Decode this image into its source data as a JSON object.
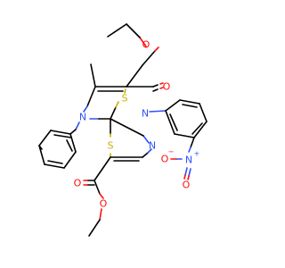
{
  "colors": {
    "carbon": "#000000",
    "oxygen": "#ff0d0d",
    "nitrogen": "#3050f8",
    "sulfur": "#c9b000",
    "background": "#ffffff"
  },
  "atoms": {
    "o_ester_top_carbonyl": "O",
    "o_ester_top_ether": "O",
    "s_top_ring": "S",
    "n_phenyl": "N",
    "s_bottom_ring": "S",
    "n_aryl": "N",
    "n_ring": "N",
    "o_ester_bottom_carbonyl": "O",
    "o_ester_bottom_ether": "O",
    "n_nitro": "N",
    "n_nitro_charge": "+",
    "o_nitro_single": "O",
    "o_nitro_single_charge": "−",
    "o_nitro_double": "O"
  }
}
